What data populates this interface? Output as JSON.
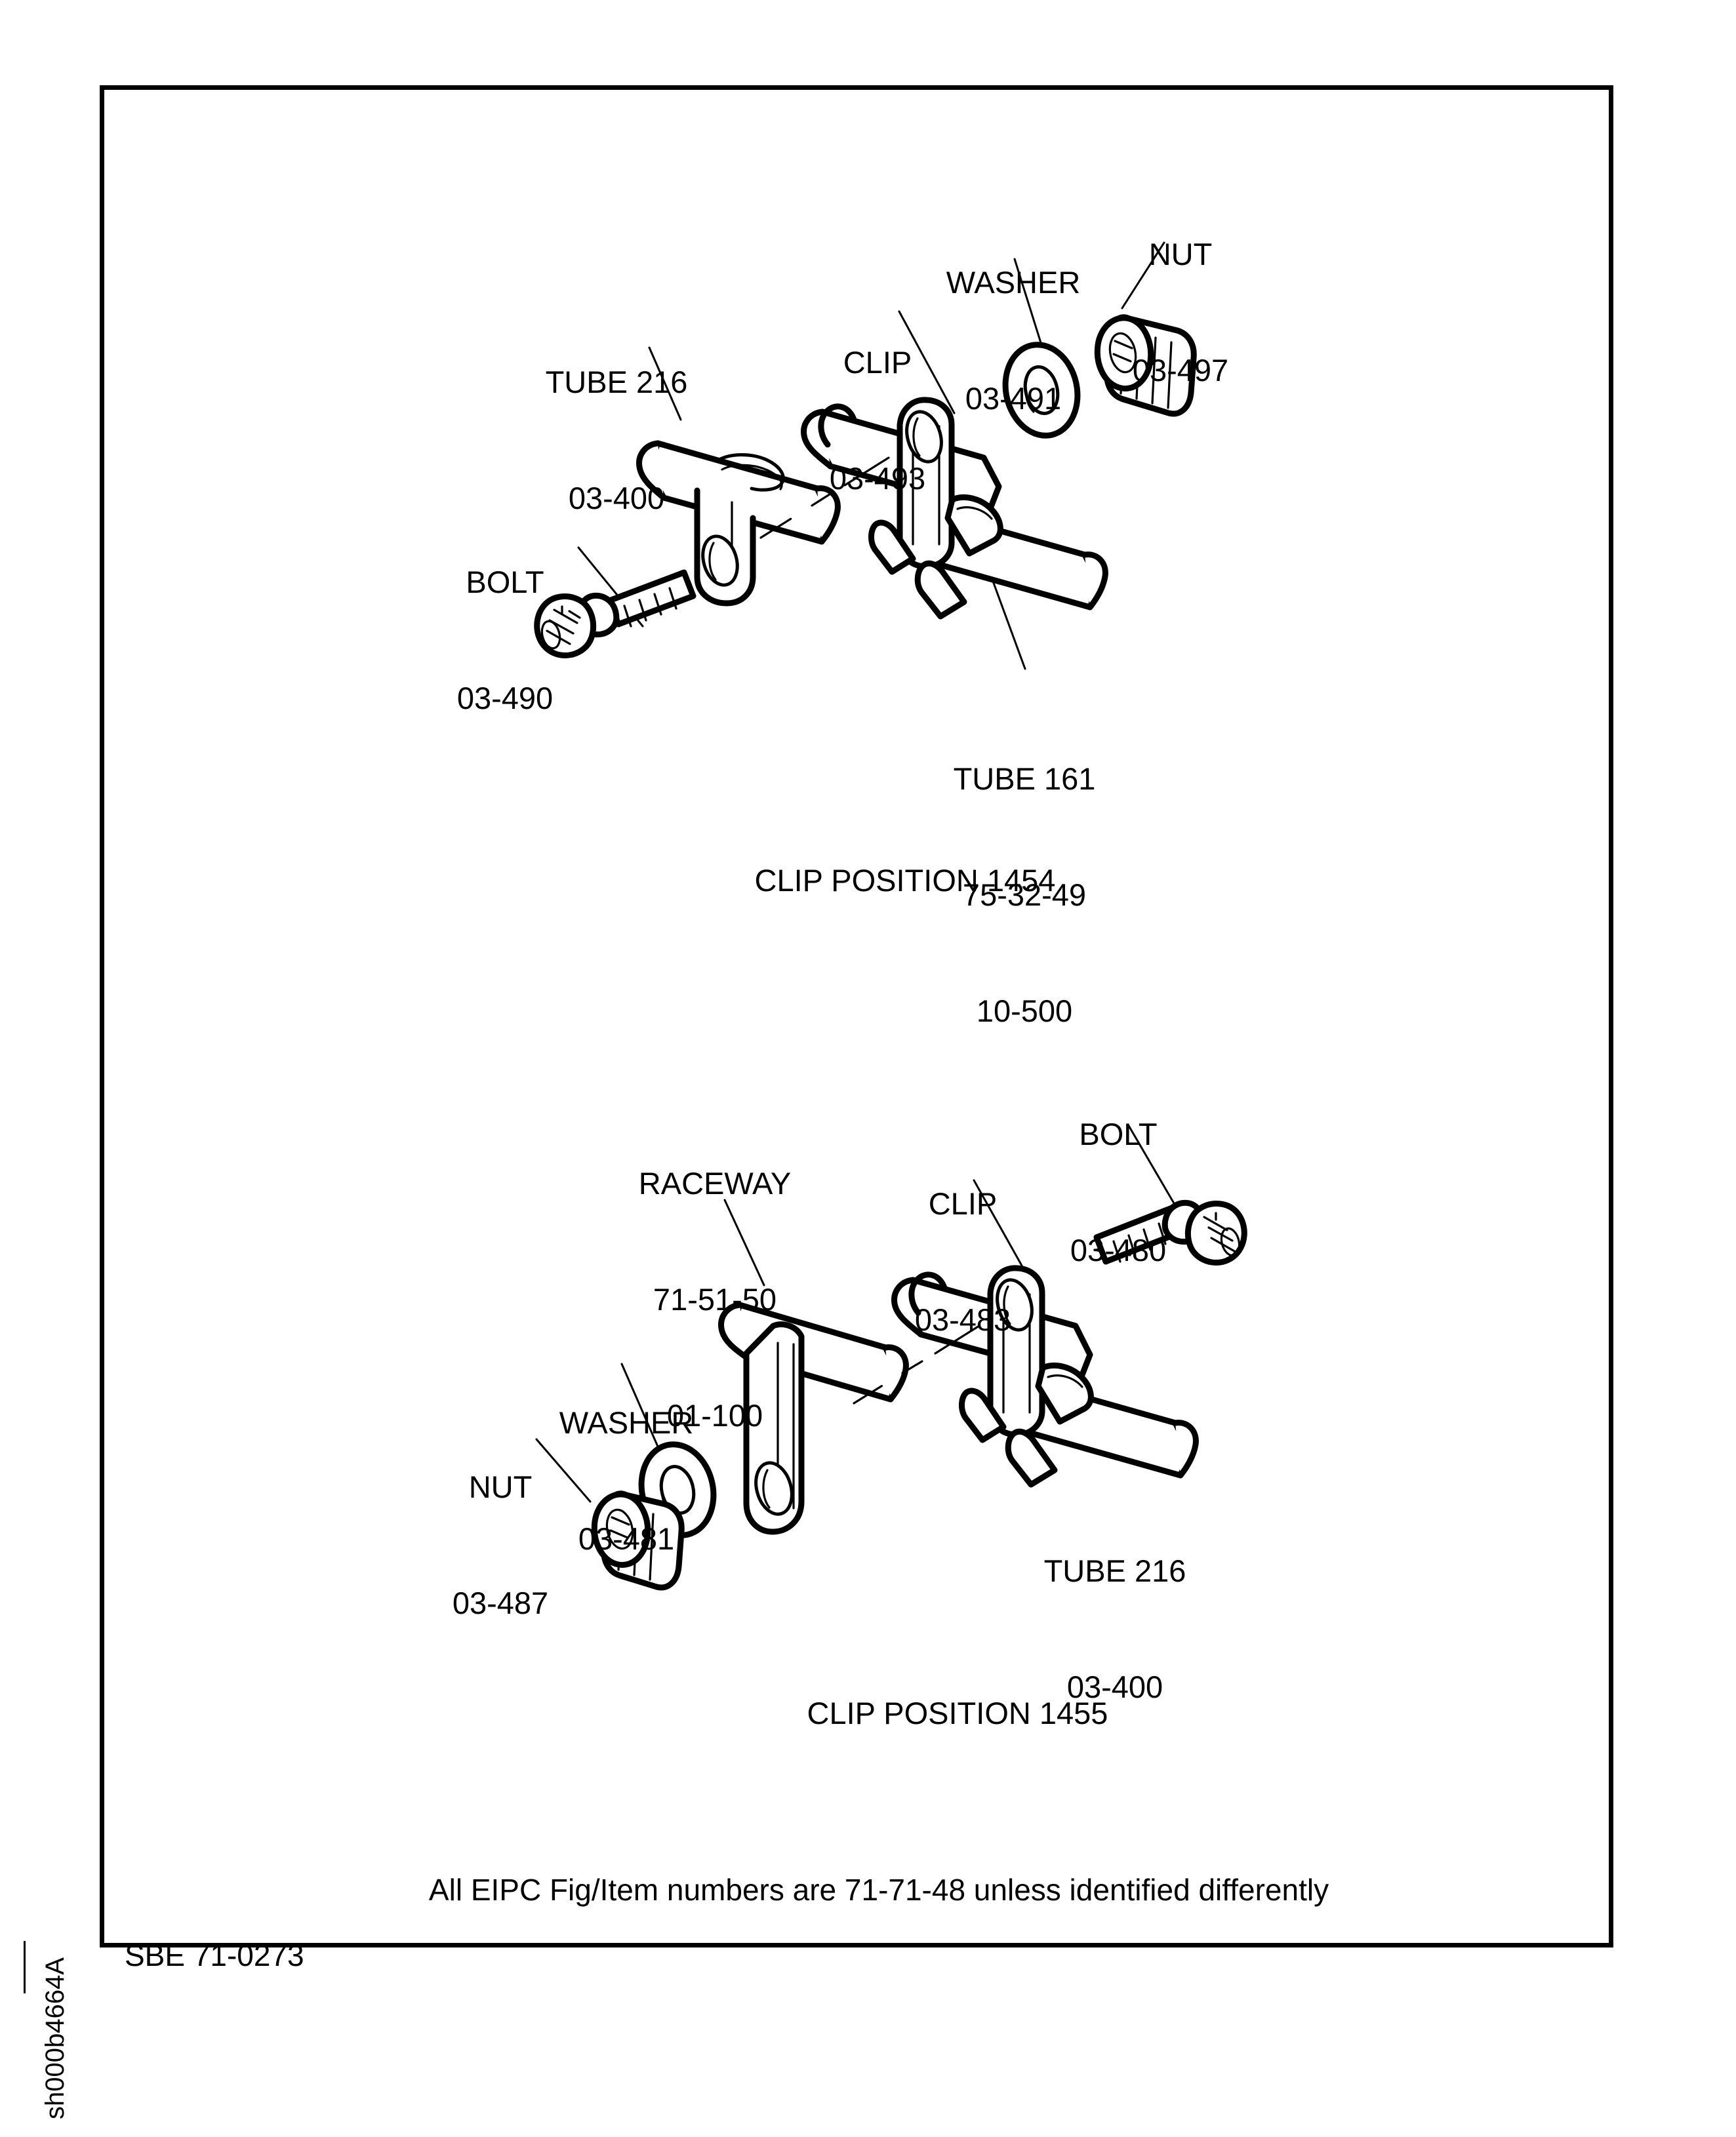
{
  "document": {
    "sbe_number": "SBE 71-0273",
    "side_code": "sh000b4664A",
    "note": "All EIPC Fig/Item numbers are 71-71-48 unless identified differently",
    "ink_color": "#000000",
    "paper_color": "#ffffff"
  },
  "assemblies": [
    {
      "id": "clip-position-1454",
      "caption": "CLIP POSITION 1454",
      "labels": [
        {
          "name": "tube-216-upper",
          "lines": [
            "TUBE 216",
            "03-400"
          ]
        },
        {
          "name": "clip-03-493",
          "lines": [
            "CLIP",
            "03-493"
          ]
        },
        {
          "name": "washer-03-491",
          "lines": [
            "WASHER",
            "03-491"
          ]
        },
        {
          "name": "nut-03-497",
          "lines": [
            "NUT",
            "03-497"
          ]
        },
        {
          "name": "bolt-03-490",
          "lines": [
            "BOLT",
            "03-490"
          ]
        },
        {
          "name": "tube-161",
          "lines": [
            "TUBE 161",
            "75-32-49",
            "10-500"
          ]
        }
      ]
    },
    {
      "id": "clip-position-1455",
      "caption": "CLIP POSITION 1455",
      "labels": [
        {
          "name": "raceway",
          "lines": [
            "RACEWAY",
            "71-51-50",
            "01-100"
          ]
        },
        {
          "name": "clip-03-483",
          "lines": [
            "CLIP",
            "03-483"
          ]
        },
        {
          "name": "bolt-03-480",
          "lines": [
            "BOLT",
            "03-480"
          ]
        },
        {
          "name": "washer-03-481",
          "lines": [
            "WASHER",
            "03-481"
          ]
        },
        {
          "name": "nut-03-487",
          "lines": [
            "NUT",
            "03-487"
          ]
        },
        {
          "name": "tube-216-lower",
          "lines": [
            "TUBE 216",
            "03-400"
          ]
        }
      ]
    }
  ],
  "label_text": {
    "a1_tube216_l1": "TUBE 216",
    "a1_tube216_l2": "03-400",
    "a1_clip_l1": "CLIP",
    "a1_clip_l2": "03-493",
    "a1_washer_l1": "WASHER",
    "a1_washer_l2": "03-491",
    "a1_nut_l1": "NUT",
    "a1_nut_l2": "03-497",
    "a1_bolt_l1": "BOLT",
    "a1_bolt_l2": "03-490",
    "a1_tube161_l1": "TUBE 161",
    "a1_tube161_l2": "75-32-49",
    "a1_tube161_l3": "10-500",
    "a1_caption": "CLIP POSITION 1454",
    "a2_raceway_l1": "RACEWAY",
    "a2_raceway_l2": "71-51-50",
    "a2_raceway_l3": "01-100",
    "a2_clip_l1": "CLIP",
    "a2_clip_l2": "03-483",
    "a2_bolt_l1": "BOLT",
    "a2_bolt_l2": "03-480",
    "a2_washer_l1": "WASHER",
    "a2_washer_l2": "03-481",
    "a2_nut_l1": "NUT",
    "a2_nut_l2": "03-487",
    "a2_tube216_l1": "TUBE 216",
    "a2_tube216_l2": "03-400",
    "a2_caption": "CLIP POSITION 1455"
  }
}
